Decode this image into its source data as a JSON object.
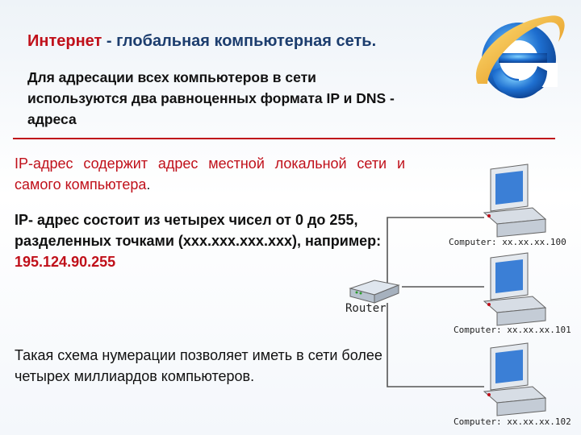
{
  "title": {
    "highlight": "Интернет",
    "rest": " - глобальная компьютерная сеть."
  },
  "intro": "Для адресации всех компьютеров в сети используются два равноценных формата IP и DNS - адреса",
  "paragraph1": {
    "red": "IP-адрес содержит адрес местной локальной сети и самого компьютера",
    "end": "."
  },
  "paragraph2": {
    "text": "IP- адрес состоит из четырех чисел от 0 до 255, разделенных точками (xxx.xxx.xxx.xxx), например: ",
    "example_ip": "195.124.90.255"
  },
  "paragraph3": "Такая схема нумерации позволяет иметь в сети более четырех миллиардов компьютеров.",
  "diagram": {
    "router_label": "Router",
    "computers": [
      "Computer: xx.xx.xx.100",
      "Computer: xx.xx.xx.101",
      "Computer: xx.xx.xx.102"
    ]
  },
  "colors": {
    "accent_red": "#c0101a",
    "title_blue": "#1c3d6e",
    "logo_blue": "#1e6fd0",
    "logo_ring": "#f5b82a"
  },
  "icons": [
    "ie-logo-icon",
    "router-icon",
    "computer-icon"
  ]
}
